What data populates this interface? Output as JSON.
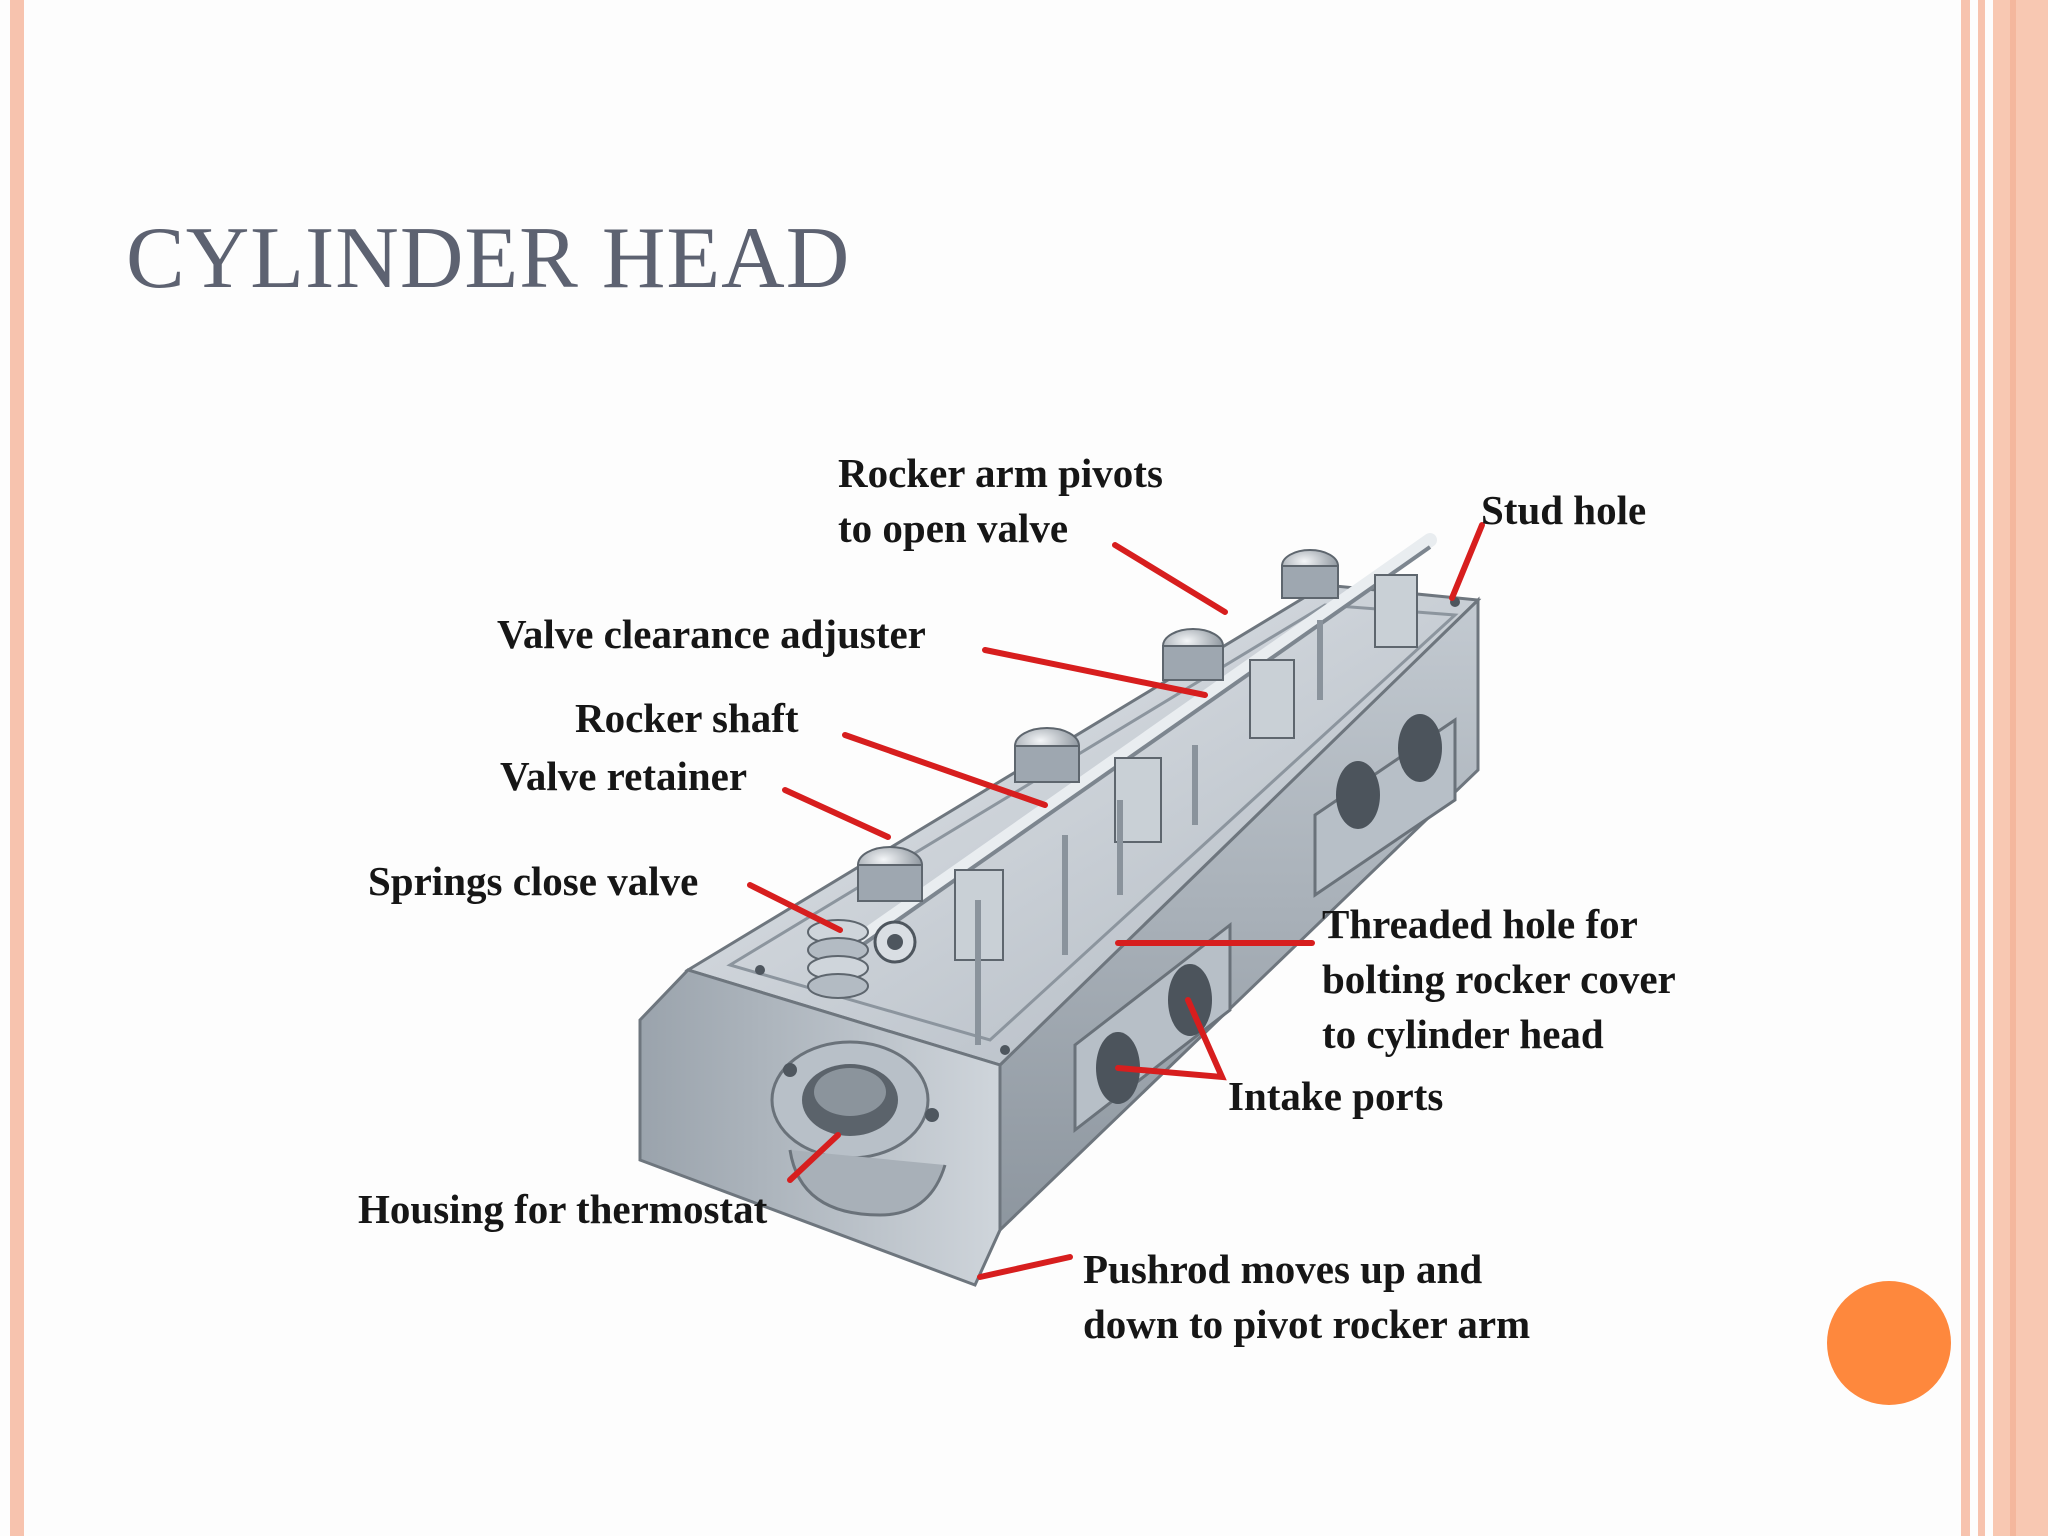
{
  "slide": {
    "title": "CYLINDER HEAD"
  },
  "diagram": {
    "labels": {
      "rocker_arm_pivots_1": "Rocker arm pivots",
      "rocker_arm_pivots_2": "to open valve",
      "stud_hole": "Stud hole",
      "valve_clearance_adjuster": "Valve clearance adjuster",
      "rocker_shaft": "Rocker shaft",
      "valve_retainer": "Valve retainer",
      "springs_close_valve": "Springs close valve",
      "threaded_hole_1": "Threaded hole for",
      "threaded_hole_2": "bolting rocker cover",
      "threaded_hole_3": "to cylinder head",
      "intake_ports": "Intake ports",
      "housing_thermostat": "Housing for thermostat",
      "pushrod_1": "Pushrod moves up and",
      "pushrod_2": "down to pivot rocker arm"
    },
    "leader_color": "#d71e1e"
  },
  "theme": {
    "accent": "#fe883d",
    "border": "#f7c3ae",
    "title_color": "#5d6271"
  }
}
